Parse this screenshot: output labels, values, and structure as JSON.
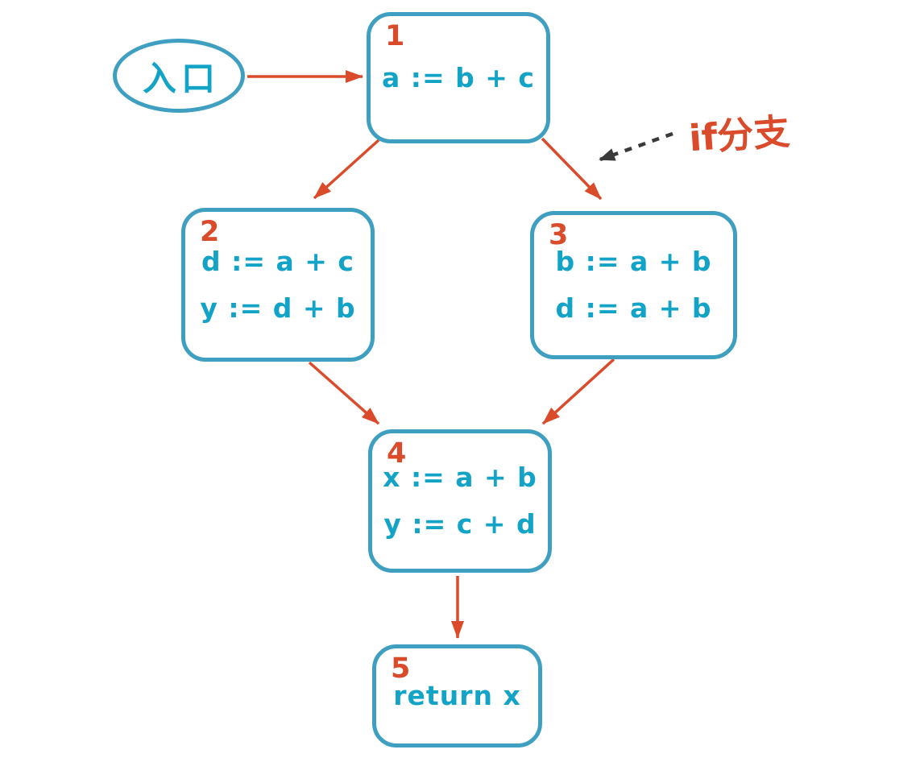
{
  "diagram": {
    "title_hint": "control-flow-graph",
    "entry_label": "入口",
    "branch_annotation": "if分支",
    "blocks": [
      {
        "id": "1",
        "lines": [
          "a := b + c"
        ]
      },
      {
        "id": "2",
        "lines": [
          "d := a + c",
          "y := d + b"
        ]
      },
      {
        "id": "3",
        "lines": [
          "b := a + b",
          "d := a + b"
        ]
      },
      {
        "id": "4",
        "lines": [
          "x := a + b",
          "y := c + d"
        ]
      },
      {
        "id": "5",
        "lines": [
          "return x"
        ]
      }
    ],
    "edges": [
      {
        "from": "entry",
        "to": "1"
      },
      {
        "from": "1",
        "to": "2"
      },
      {
        "from": "1",
        "to": "3",
        "note": "if分支"
      },
      {
        "from": "2",
        "to": "4"
      },
      {
        "from": "3",
        "to": "4"
      },
      {
        "from": "4",
        "to": "5"
      }
    ],
    "colors": {
      "node_stroke": "#3e9fc1",
      "code_text": "#12a3c6",
      "accent_red": "#da4b2b",
      "annotation_arrow": "#3a3a3a"
    }
  }
}
